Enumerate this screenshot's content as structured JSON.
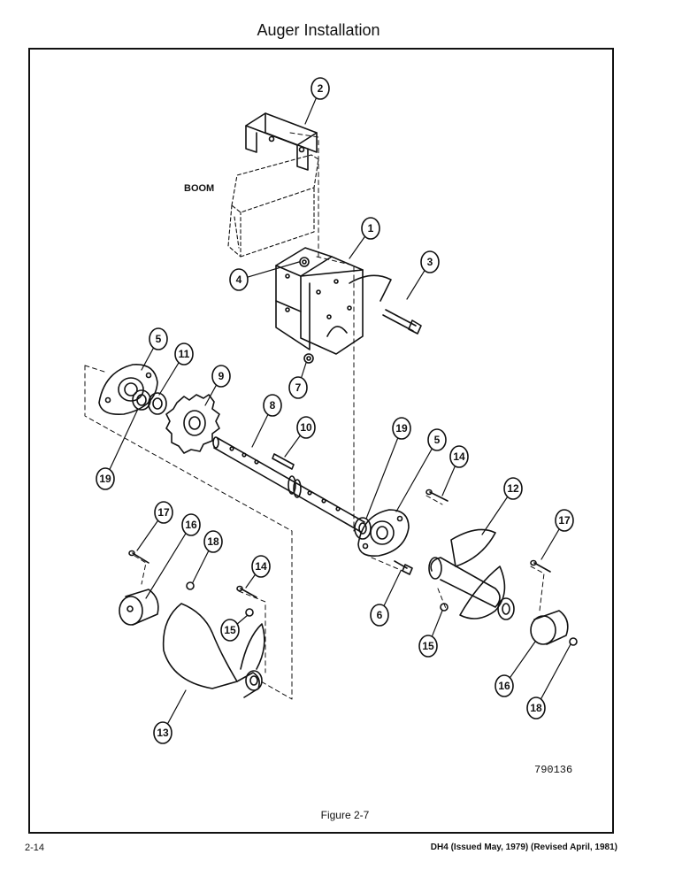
{
  "page": {
    "title": "Auger Installation",
    "figure_caption": "Figure 2-7",
    "page_number": "2-14",
    "document_reference": "DH4 (Issued May, 1979) (Revised April, 1981)",
    "drawing_number": "790136"
  },
  "diagram": {
    "boom_label": "BOOM",
    "callouts": [
      {
        "id": "c2",
        "label": "2"
      },
      {
        "id": "c1",
        "label": "1"
      },
      {
        "id": "c3",
        "label": "3"
      },
      {
        "id": "c4",
        "label": "4"
      },
      {
        "id": "c7",
        "label": "7"
      },
      {
        "id": "c5a",
        "label": "5"
      },
      {
        "id": "c11",
        "label": "11"
      },
      {
        "id": "c9",
        "label": "9"
      },
      {
        "id": "c8",
        "label": "8"
      },
      {
        "id": "c10",
        "label": "10"
      },
      {
        "id": "c19a",
        "label": "19"
      },
      {
        "id": "c19b",
        "label": "19"
      },
      {
        "id": "c5b",
        "label": "5"
      },
      {
        "id": "c14a",
        "label": "14"
      },
      {
        "id": "c12",
        "label": "12"
      },
      {
        "id": "c17a",
        "label": "17"
      },
      {
        "id": "c16a",
        "label": "16"
      },
      {
        "id": "c18a",
        "label": "18"
      },
      {
        "id": "c14b",
        "label": "14"
      },
      {
        "id": "c15a",
        "label": "15"
      },
      {
        "id": "c6",
        "label": "6"
      },
      {
        "id": "c15b",
        "label": "15"
      },
      {
        "id": "c17b",
        "label": "17"
      },
      {
        "id": "c16b",
        "label": "16"
      },
      {
        "id": "c18b",
        "label": "18"
      },
      {
        "id": "c13",
        "label": "13"
      }
    ]
  }
}
